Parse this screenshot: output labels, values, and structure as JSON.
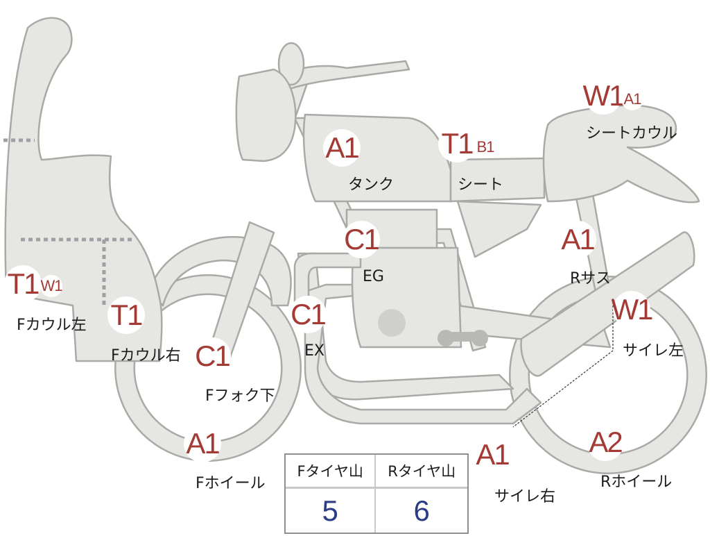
{
  "parts": [
    {
      "id": "f-cowl-left",
      "label": "Fカウル左",
      "codes": [
        "T1",
        "W1"
      ]
    },
    {
      "id": "f-cowl-right",
      "label": "Fカウル右",
      "codes": [
        "T1"
      ]
    },
    {
      "id": "f-fork-lower",
      "label": "Fフォク下",
      "codes": [
        "C1"
      ]
    },
    {
      "id": "f-wheel",
      "label": "Fホイール",
      "codes": [
        "A1"
      ]
    },
    {
      "id": "tank",
      "label": "タンク",
      "codes": [
        "A1"
      ]
    },
    {
      "id": "engine",
      "label": "EG",
      "codes": [
        "C1"
      ]
    },
    {
      "id": "exhaust",
      "label": "EX",
      "codes": [
        "C1"
      ]
    },
    {
      "id": "seat",
      "label": "シート",
      "codes": [
        "T1",
        "B1"
      ]
    },
    {
      "id": "seat-cowl",
      "label": "シートカウル",
      "codes": [
        "W1",
        "A1"
      ]
    },
    {
      "id": "r-suspension",
      "label": "Rサス",
      "codes": [
        "A1"
      ]
    },
    {
      "id": "muffler-left",
      "label": "サイレ左",
      "codes": [
        "W1"
      ]
    },
    {
      "id": "muffler-right",
      "label": "サイレ右",
      "codes": [
        "A1"
      ]
    },
    {
      "id": "r-wheel",
      "label": "Rホイール",
      "codes": [
        "A2"
      ]
    }
  ],
  "tire_table": {
    "headers": [
      "Fタイヤ山",
      "Rタイヤ山"
    ],
    "values": [
      "5",
      "6"
    ]
  },
  "colors": {
    "badge_text": "#a33a34",
    "tire_value": "#2c3c84",
    "part_fill": "#e6e6e3",
    "part_outline": "#a9a9a6"
  }
}
